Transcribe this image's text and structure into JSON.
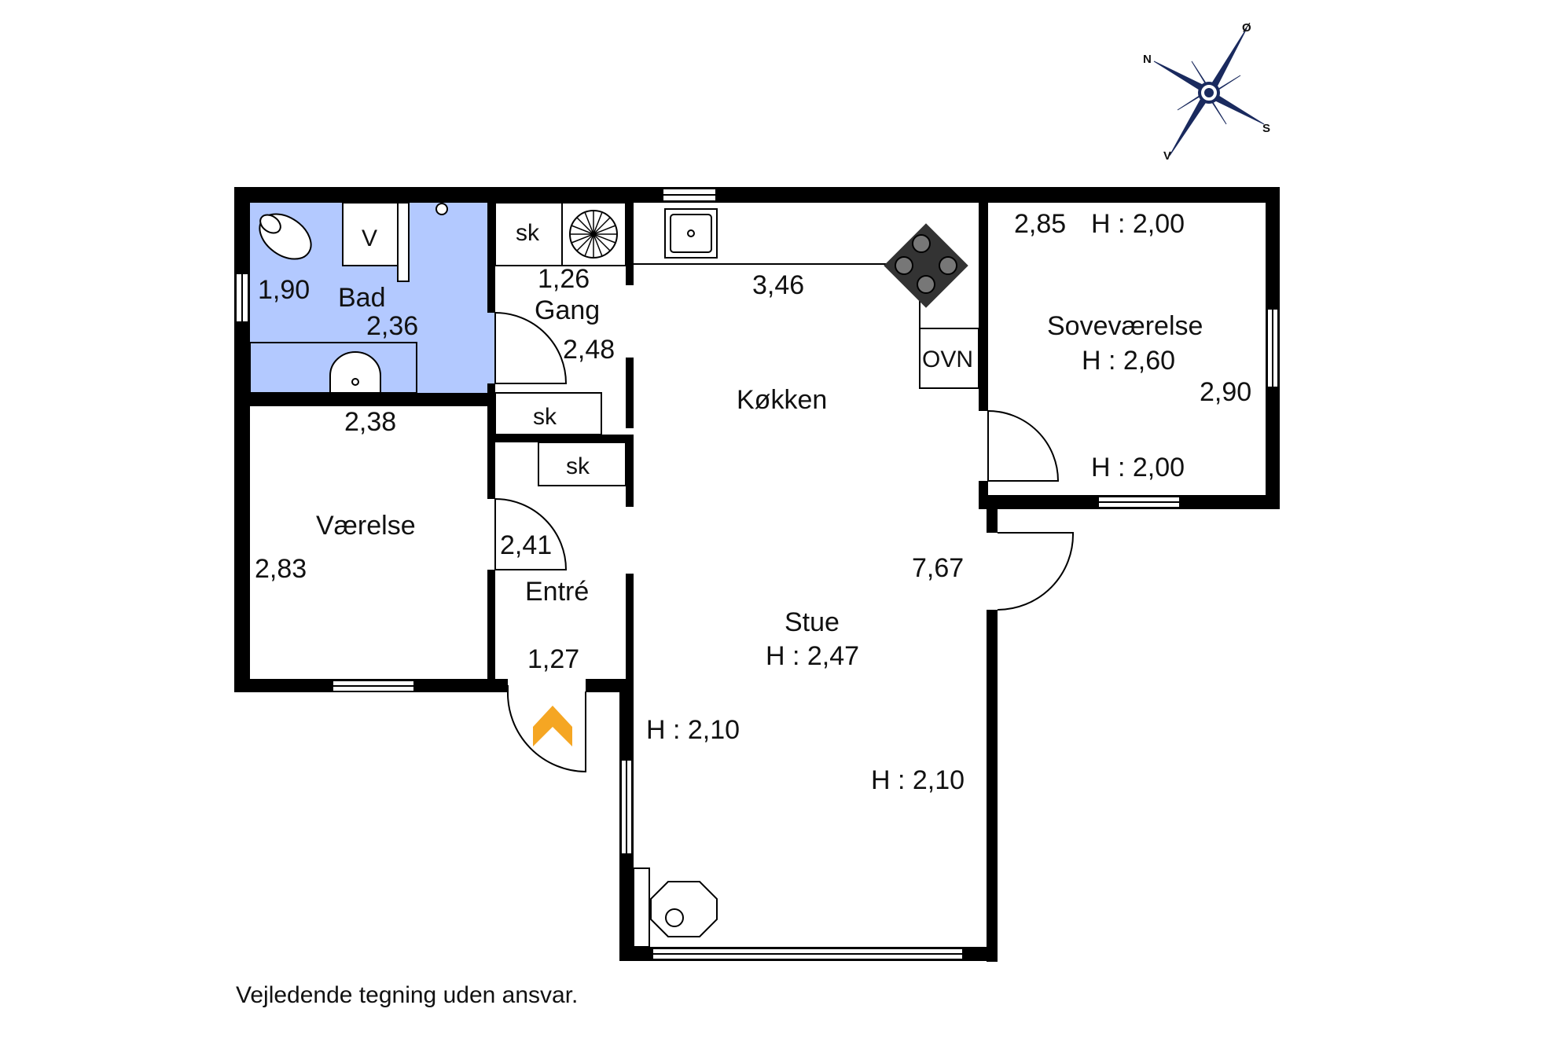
{
  "compass": {
    "n": "N",
    "e": "Ø",
    "s": "S",
    "w": "V"
  },
  "rooms": {
    "bad": {
      "name": "Bad",
      "dim1": "1,90",
      "dim2": "2,36",
      "fixture": "V"
    },
    "gang": {
      "name": "Gang",
      "dim1": "1,26",
      "dim2": "2,48"
    },
    "closets": {
      "sk1": "sk",
      "sk2": "sk",
      "sk3": "sk"
    },
    "vaerelse": {
      "name": "Værelse",
      "dim1": "2,38",
      "dim2": "2,83"
    },
    "entre": {
      "name": "Entré",
      "dim1": "2,41",
      "dim2": "1,27"
    },
    "koekken": {
      "name": "Køkken",
      "dim": "3,46",
      "oven": "OVN"
    },
    "stue": {
      "name": "Stue",
      "height": "H : 2,47",
      "dim": "7,67",
      "h_left": "H : 2,10",
      "h_right": "H : 2,10"
    },
    "sove": {
      "name": "Soveværelse",
      "height": "H : 2,60",
      "dim1": "2,85",
      "h_top": "H : 2,00",
      "dim2": "2,90",
      "h_bottom": "H : 2,00"
    }
  },
  "footer": {
    "disclaimer": "Vejledende tegning uden ansvar."
  },
  "colors": {
    "bathroom": "#b3c9ff",
    "wall": "#000000",
    "entry_arrow": "#f5a623",
    "compass": "#1a2a5e"
  }
}
